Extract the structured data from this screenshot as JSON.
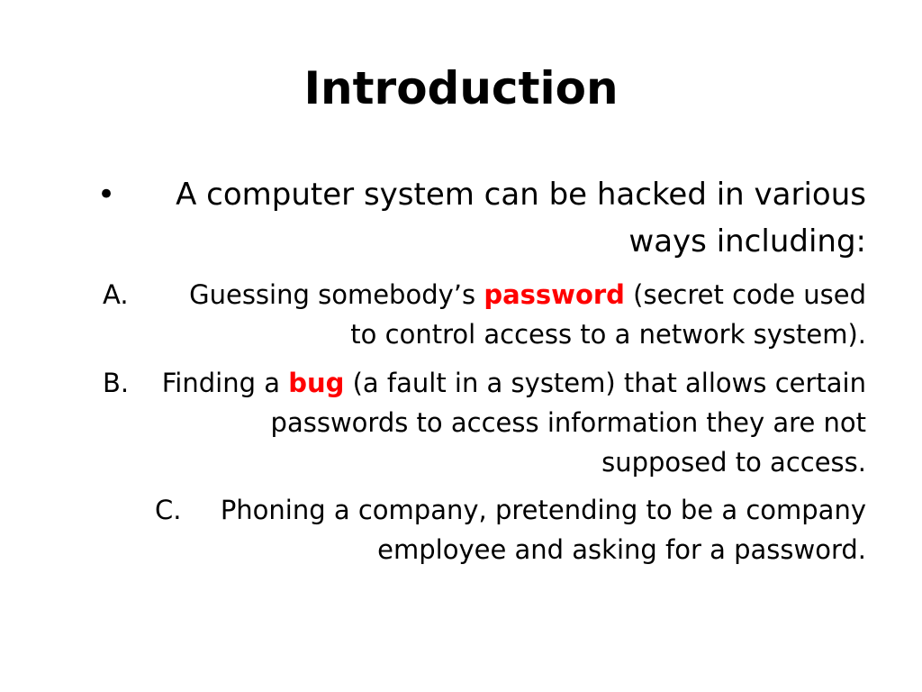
{
  "title": "Introduction",
  "bullet": {
    "symbol": "•",
    "text": "A computer system can be hacked in various ways including:"
  },
  "items": [
    {
      "label": "A.",
      "before": "Guessing somebody’s ",
      "highlight": "password",
      "after": " (secret code used to control access to a network system)."
    },
    {
      "label": "B.",
      "before": "Finding a ",
      "highlight": "bug",
      "after": " (a fault in a system) that allows certain passwords to access information they are not supposed to access."
    },
    {
      "label": "C.",
      "text": "Phoning a company, pretending to be a company employee and asking for a password."
    }
  ],
  "colors": {
    "highlight": "#ff0000",
    "text": "#000000",
    "background": "#ffffff"
  }
}
